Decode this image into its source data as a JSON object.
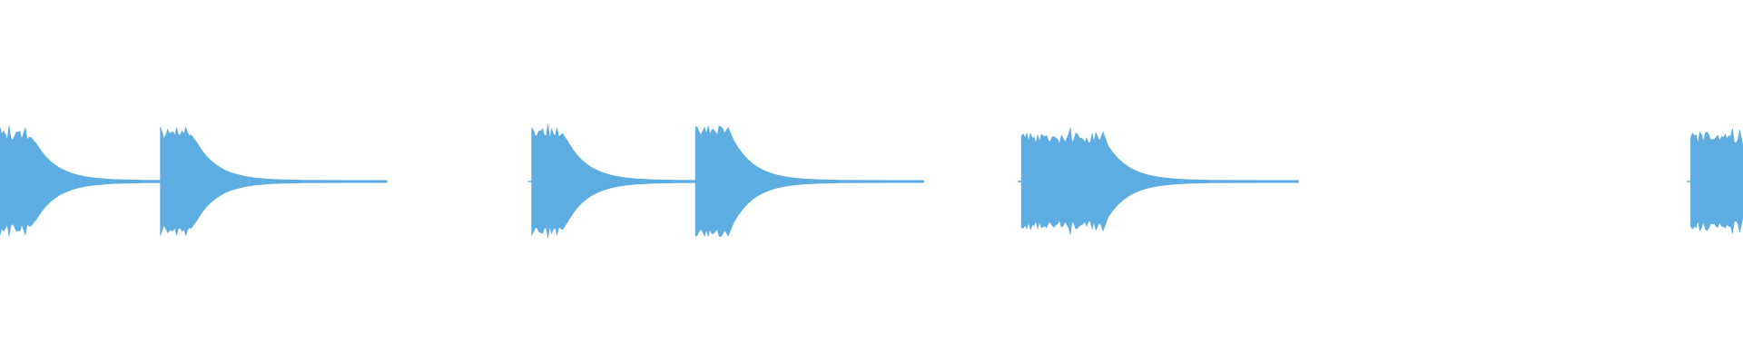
{
  "waveform": {
    "color": "#5DADE2",
    "background": "#FFFFFF",
    "bursts": [
      {
        "start": 0.0,
        "end": 0.018,
        "amplitude": 0.6
      },
      {
        "start": 0.092,
        "end": 0.11,
        "amplitude": 0.62
      },
      {
        "start": 0.305,
        "end": 0.323,
        "amplitude": 0.63
      },
      {
        "start": 0.399,
        "end": 0.418,
        "amplitude": 0.66
      },
      {
        "start": 0.586,
        "end": 0.633,
        "amplitude": 0.56
      },
      {
        "start": 0.97,
        "end": 1.0,
        "amplitude": 0.56
      }
    ],
    "decay_tail_fraction": 0.04
  }
}
